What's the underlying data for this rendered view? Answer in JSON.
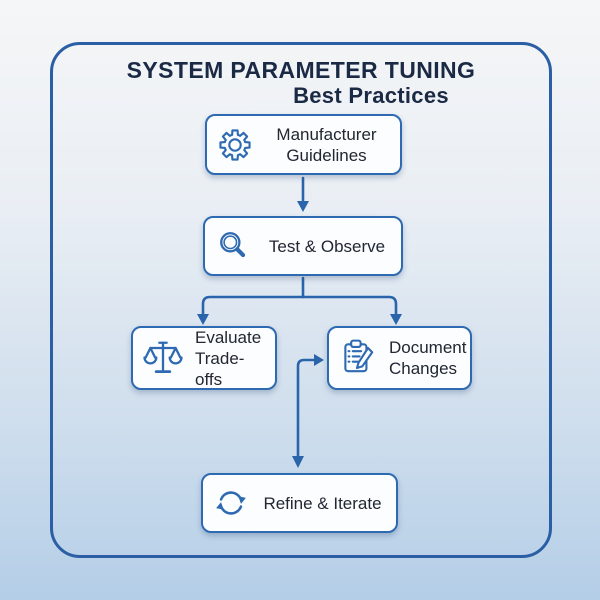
{
  "title": {
    "line1": "SYSTEM PARAMETER TUNING",
    "line2": "Best Practices"
  },
  "nodes": {
    "guidelines": {
      "icon": "gear-icon",
      "lines": [
        "Manufacturer",
        "Guidelines"
      ]
    },
    "test": {
      "icon": "magnifier-icon",
      "lines": [
        "Test & Observe"
      ]
    },
    "evaluate": {
      "icon": "scales-icon",
      "lines": [
        "Evaluate",
        "Trade-offs"
      ]
    },
    "document": {
      "icon": "clipboard-icon",
      "lines": [
        "Document",
        "Changes"
      ]
    },
    "refine": {
      "icon": "refresh-icon",
      "lines": [
        "Refine & Iterate"
      ]
    }
  },
  "flow": [
    "Manufacturer Guidelines -> Test & Observe",
    "Test & Observe -> Evaluate Trade-offs",
    "Test & Observe -> Document Changes",
    "-> Document Changes (side elbow)",
    "-> Refine & Iterate"
  ],
  "colors": {
    "frame_border": "#2a5fa5",
    "box_border": "#2d6ab2",
    "icon_blue": "#2d6ab2",
    "arrow_blue": "#2a64ab",
    "title_navy": "#1b2a44",
    "text_dark": "#212733",
    "box_bg": "#fcfdfe",
    "bg_top": "#f5f6f7",
    "bg_bottom": "#b4cee7"
  }
}
